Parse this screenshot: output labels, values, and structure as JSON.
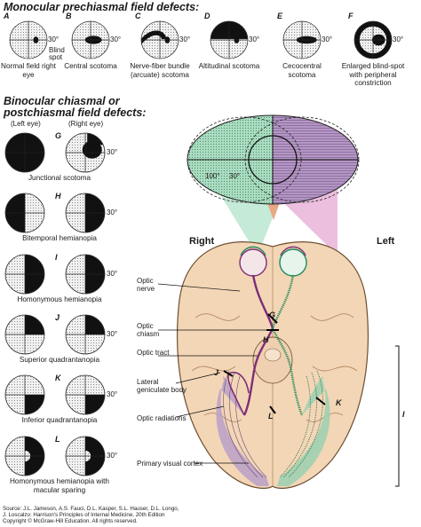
{
  "colors": {
    "purple": "#7d2e78",
    "green": "#1f8a5a",
    "brain": "#f2d3b3",
    "brain_outline": "#7a5a3a",
    "field_purple": "#b79ac6",
    "field_green": "#b8e3c9",
    "field_pink": "#e9b3d6",
    "field_peach": "#f2b08e"
  },
  "monocular": {
    "title": "Monocular prechiasmal field defects:",
    "degree": "30°",
    "blind_spot_label": "Blind spot",
    "items": [
      {
        "letter": "A",
        "caption": "Normal field right eye",
        "defect": "normal"
      },
      {
        "letter": "B",
        "caption": "Central scotoma",
        "defect": "central"
      },
      {
        "letter": "C",
        "caption": "Nerve-fiber bundle (arcuate) scotoma",
        "defect": "arcuate"
      },
      {
        "letter": "D",
        "caption": "Altitudinal scotoma",
        "defect": "altitudinal"
      },
      {
        "letter": "E",
        "caption": "Cecocentral scotoma",
        "defect": "cecocentral"
      },
      {
        "letter": "F",
        "caption": "Enlarged blind-spot with peripheral constriction",
        "defect": "enlarged"
      }
    ]
  },
  "binocular": {
    "title_line1": "Binocular chiasmal or",
    "title_line2": "postchiasmal field defects:",
    "left_eye": "(Left eye)",
    "right_eye": "(Right eye)",
    "degree": "30°",
    "rows": [
      {
        "letter": "G",
        "caption": "Junctional scotoma",
        "left": "full",
        "right": "junctional"
      },
      {
        "letter": "H",
        "caption": "Bitemporal hemianopia",
        "left": "left-half",
        "right": "right-half"
      },
      {
        "letter": "I",
        "caption": "Homonymous hemianopia",
        "left": "right-half",
        "right": "right-half"
      },
      {
        "letter": "J",
        "caption": "Superior quadrantanopia",
        "left": "upper-right",
        "right": "upper-right"
      },
      {
        "letter": "K",
        "caption": "Inferior quadrantanopia",
        "left": "lower-right",
        "right": "lower-right"
      },
      {
        "letter": "L",
        "caption": "Homonymous hemianopia with macular sparing",
        "left": "right-half-spare",
        "right": "right-half-spare"
      }
    ]
  },
  "anatomy": {
    "degree_100": "100°",
    "degree_30": "30°",
    "right": "Right",
    "left": "Left",
    "labels": {
      "optic_nerve": "Optic nerve",
      "optic_chiasm": "Optic chiasm",
      "optic_tract": "Optic tract",
      "lgb": "Lateral geniculate body",
      "optic_radiations": "Optic radiations",
      "visual_cortex": "Primary visual cortex"
    },
    "markers": {
      "G": "G",
      "H": "H",
      "I": "I",
      "J": "J",
      "K": "K",
      "L": "L"
    }
  },
  "source": {
    "line1": "Source: J.L. Jameson, A.S. Fauci, D.L. Kasper, S.L. Hauser, D.L. Longo,",
    "line2": "J. Loscalzo: Harrison's Principles of Internal Medicine, 20th Edition",
    "line3": "Copyright © McGraw-Hill Education. All rights reserved."
  }
}
